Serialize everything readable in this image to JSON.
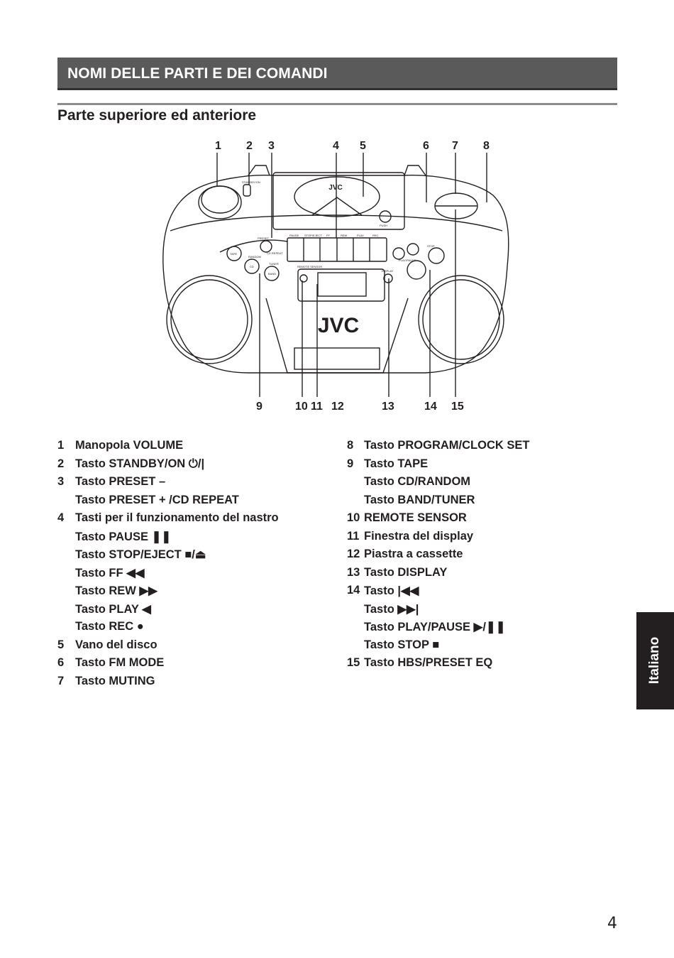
{
  "header": {
    "title": "NOMI DELLE PARTI E DEI COMANDI",
    "subtitle": "Parte superiore ed anteriore"
  },
  "diagram": {
    "top_callouts": [
      "1",
      "2",
      "3",
      "4",
      "5",
      "6",
      "7",
      "8"
    ],
    "bottom_callouts": [
      "9",
      "10",
      "11",
      "12",
      "13",
      "14",
      "15"
    ],
    "brand": "JVC",
    "tape_buttons": [
      "PAUSE",
      "STOP/EJECT",
      "FF",
      "REW",
      "PLAY",
      "REC"
    ],
    "labels": {
      "standby": "STANDBY/ON",
      "push": "PUSH",
      "display": "DISPLAY",
      "remote_sensor": "REMOTE SENSOR",
      "tape": "TAPE",
      "cd": "CD",
      "band": "BAND",
      "random": "RANDOM",
      "tuner": "TUNER",
      "preset": "PRESET",
      "cd_repeat": "CD REPEAT",
      "play_pause": "PLAY/PAUSE",
      "stop": "STOP"
    }
  },
  "left_list": [
    {
      "num": "1",
      "text": "Manopola VOLUME"
    },
    {
      "num": "2",
      "text": "Tasto STANDBY/ON ⏻/|"
    },
    {
      "num": "3",
      "text": "Tasto PRESET –"
    },
    {
      "num": "",
      "text": "Tasto PRESET + /CD REPEAT"
    },
    {
      "num": "4",
      "text": "Tasti per il funzionamento del nastro"
    },
    {
      "num": "",
      "text": "Tasto PAUSE ❚❚"
    },
    {
      "num": "",
      "text": "Tasto STOP/EJECT ■/⏏"
    },
    {
      "num": "",
      "text": "Tasto FF ◀◀"
    },
    {
      "num": "",
      "text": "Tasto REW ▶▶"
    },
    {
      "num": "",
      "text": "Tasto PLAY ◀"
    },
    {
      "num": "",
      "text": "Tasto REC ●"
    },
    {
      "num": "5",
      "text": "Vano del disco"
    },
    {
      "num": "6",
      "text": "Tasto FM MODE"
    },
    {
      "num": "7",
      "text": "Tasto MUTING"
    }
  ],
  "right_list": [
    {
      "num": "8",
      "text": "Tasto PROGRAM/CLOCK SET"
    },
    {
      "num": "9",
      "text": "Tasto TAPE"
    },
    {
      "num": "",
      "text": "Tasto CD/RANDOM"
    },
    {
      "num": "",
      "text": "Tasto BAND/TUNER"
    },
    {
      "num": "10",
      "text": "REMOTE SENSOR"
    },
    {
      "num": "11",
      "text": "Finestra del display"
    },
    {
      "num": "12",
      "text": "Piastra a cassette"
    },
    {
      "num": "13",
      "text": "Tasto DISPLAY"
    },
    {
      "num": "14",
      "text": "Tasto |◀◀"
    },
    {
      "num": "",
      "text": "Tasto ▶▶|"
    },
    {
      "num": "",
      "text": "Tasto PLAY/PAUSE ▶/❚❚"
    },
    {
      "num": "",
      "text": "Tasto STOP ■"
    },
    {
      "num": "15",
      "text": "Tasto HBS/PRESET EQ"
    }
  ],
  "side_tab": "Italiano",
  "page_number": "4"
}
